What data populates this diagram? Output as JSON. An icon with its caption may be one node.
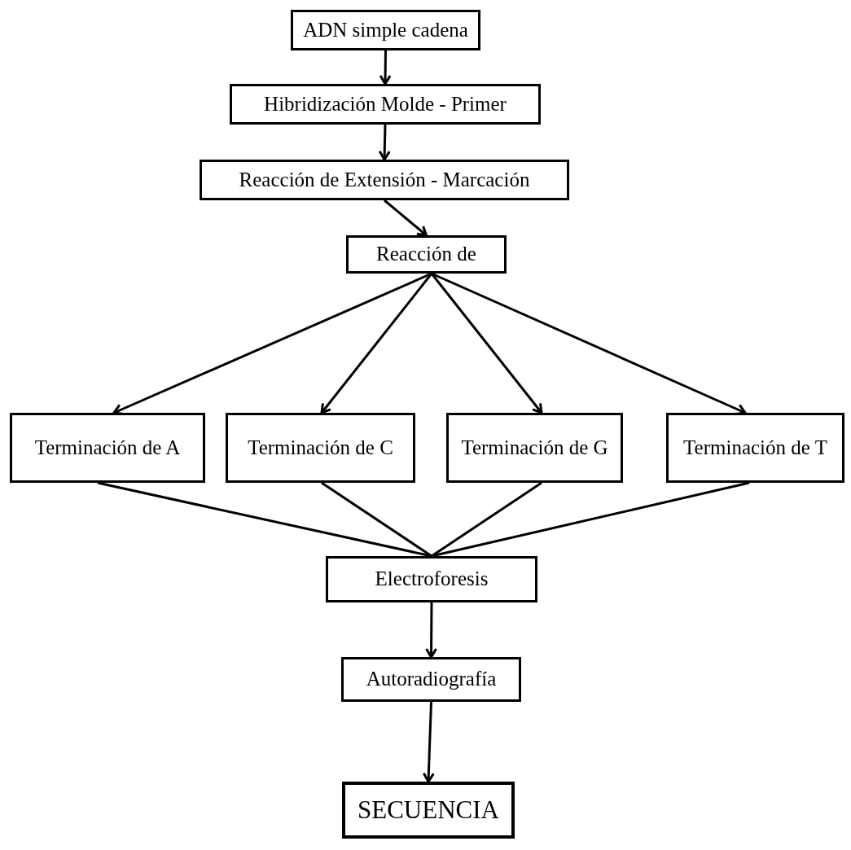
{
  "diagram": {
    "nodes": [
      {
        "text": [
          "ADN simple cadena"
        ]
      },
      {
        "text": [
          "Hibridización Molde - Primer"
        ]
      },
      {
        "text": [
          "Reacción de Extensión - Marcación"
        ]
      },
      {
        "text": [
          "Reacción de"
        ]
      },
      {
        "text": [
          "Terminación de A"
        ]
      },
      {
        "text": [
          "Terminación de C"
        ]
      },
      {
        "text": [
          "Terminación de G"
        ]
      },
      {
        "text": [
          "Terminación de T"
        ]
      },
      {
        "text": [
          "Electroforesis"
        ]
      },
      {
        "text": [
          "Autoradiografía"
        ]
      },
      {
        "text": [
          "SECUENCIA"
        ]
      }
    ],
    "edges": [
      {
        "from": 0,
        "to": 1,
        "arrow": "to"
      },
      {
        "from": 1,
        "to": 2,
        "arrow": "to"
      },
      {
        "from": 2,
        "to": 3,
        "arrow": "to"
      },
      {
        "from": 3,
        "to": 4,
        "arrow": "to"
      },
      {
        "from": 3,
        "to": 5,
        "arrow": "to"
      },
      {
        "from": 3,
        "to": 6,
        "arrow": "to"
      },
      {
        "from": 3,
        "to": 7,
        "arrow": "to"
      },
      {
        "from": 4,
        "to": 8,
        "arrow": "none"
      },
      {
        "from": 5,
        "to": 8,
        "arrow": "none"
      },
      {
        "from": 6,
        "to": 8,
        "arrow": "none"
      },
      {
        "from": 7,
        "to": 8,
        "arrow": "none"
      },
      {
        "from": 8,
        "to": 9,
        "arrow": "to"
      },
      {
        "from": 9,
        "to": 10,
        "arrow": "to"
      }
    ]
  }
}
